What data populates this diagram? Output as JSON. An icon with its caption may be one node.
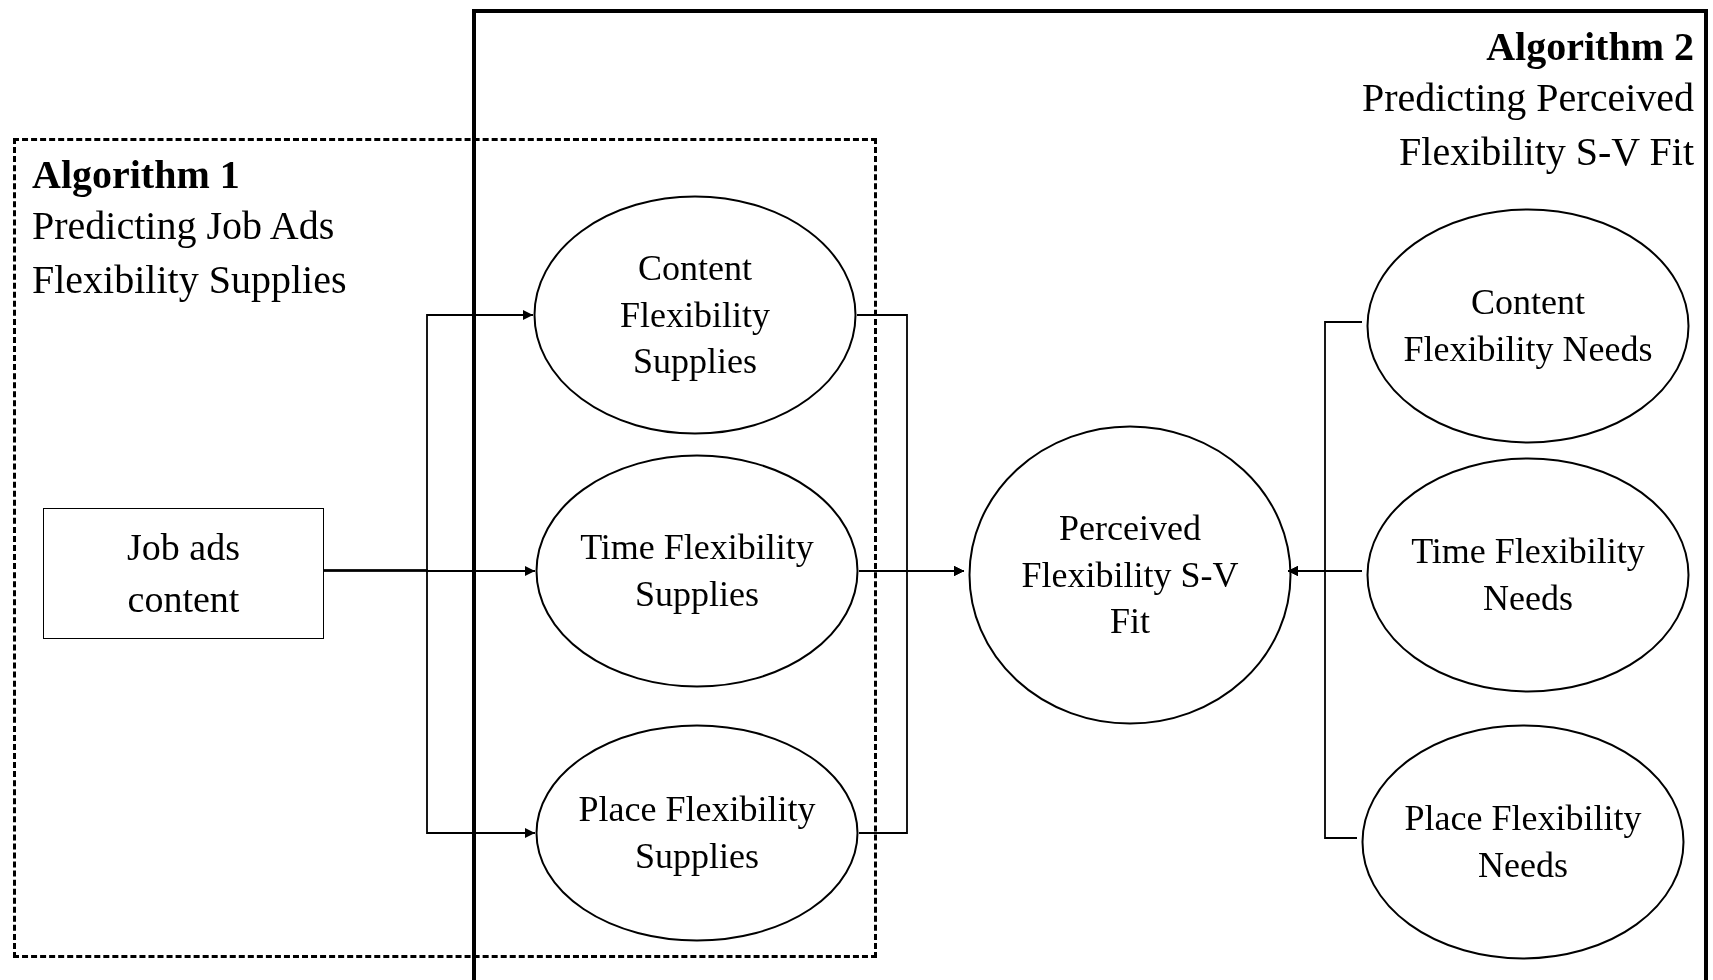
{
  "diagram": {
    "nodes": [
      {
        "text": [
          "Algorithm 1",
          "Predicting Job Ads Flexibility Supplies"
        ]
      },
      {
        "text": [
          "Algorithm 2",
          "Predicting Perceived Flexibility S-V Fit"
        ]
      },
      {
        "text": [
          "Job ads content"
        ],
        "in": 0
      },
      {
        "text": [
          "Content Flexibility Supplies"
        ]
      },
      {
        "text": [
          "Time Flexibility Supplies"
        ]
      },
      {
        "text": [
          "Place Flexibility Supplies"
        ]
      },
      {
        "text": [
          "Perceived Flexibility S-V Fit"
        ],
        "in": 1
      },
      {
        "text": [
          "Content Flexibility Needs"
        ],
        "in": 1
      },
      {
        "text": [
          "Time Flexibility Needs"
        ],
        "in": 1
      },
      {
        "text": [
          "Place Flexibility Needs"
        ],
        "in": 1
      }
    ],
    "edges": [
      {
        "from": 2,
        "to": 3,
        "arrow": "to"
      },
      {
        "from": 2,
        "to": 4,
        "arrow": "to"
      },
      {
        "from": 2,
        "to": 5,
        "arrow": "to"
      },
      {
        "from": 3,
        "to": 6,
        "arrow": "to"
      },
      {
        "from": 4,
        "to": 6,
        "arrow": "to"
      },
      {
        "from": 5,
        "to": 6,
        "arrow": "to"
      },
      {
        "from": 7,
        "to": 6,
        "arrow": "to"
      },
      {
        "from": 8,
        "to": 6,
        "arrow": "to"
      },
      {
        "from": 9,
        "to": 6,
        "arrow": "to"
      }
    ]
  }
}
